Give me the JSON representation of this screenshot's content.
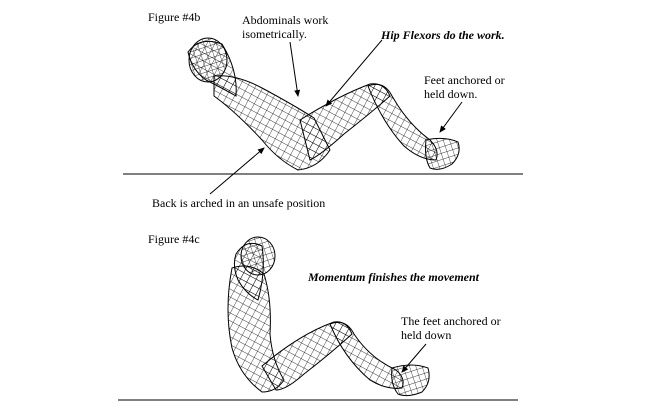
{
  "figure_b": {
    "caption": "Figure #4b",
    "abdominals_note": "Abdominals work\nisometrically.",
    "hip_flexors_note": "Hip Flexors do the work.",
    "feet_note": "Feet anchored or\nheld down.",
    "back_note": "Back is arched in an unsafe position"
  },
  "figure_c": {
    "caption": "Figure #4c",
    "momentum_note": "Momentum finishes the movement",
    "feet_note": "The feet anchored or\nheld down"
  }
}
